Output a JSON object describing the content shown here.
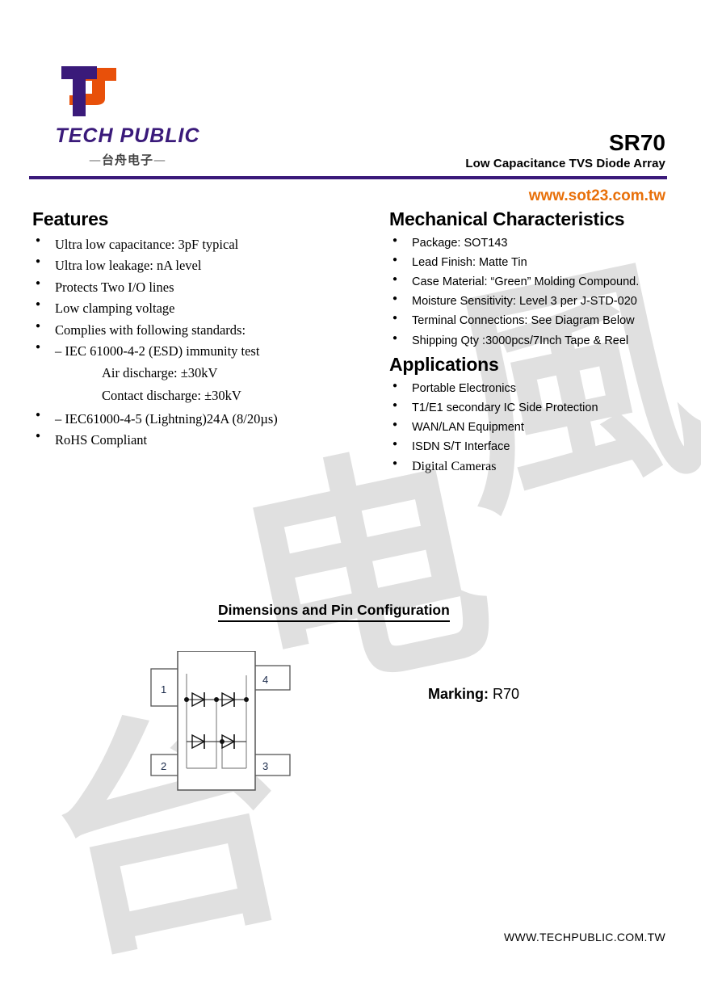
{
  "header": {
    "logo": {
      "mark_alt": "tech-public-logo",
      "wordmark": "TECH PUBLIC",
      "chinese": "台舟电子",
      "dash_left": "—",
      "dash_right": "—",
      "purple": "#3a1a7a",
      "orange": "#e8500a"
    },
    "part_number": "SR70",
    "part_subtitle": "Low Capacitance TVS Diode Array",
    "site_url": "www.sot23.com.tw",
    "url_color": "#e8700a",
    "rule_color": "#3a1a7a"
  },
  "features": {
    "title": "Features",
    "items": [
      "Ultra low capacitance: 3pF typical",
      "Ultra low leakage: nA level",
      "Protects Two I/O lines",
      "Low clamping voltage",
      "Complies with following standards:",
      "– IEC 61000-4-2 (ESD) immunity test"
    ],
    "sub_items": [
      "Air discharge: ±30kV",
      "Contact discharge: ±30kV"
    ],
    "items_tail": [
      "– IEC61000-4-5 (Lightning)24A (8/20µs)",
      "RoHS Compliant"
    ]
  },
  "mechanical": {
    "title": "Mechanical Characteristics",
    "items": [
      "Package: SOT143",
      "Lead Finish: Matte Tin",
      "Case Material: “Green” Molding Compound.",
      "Moisture Sensitivity: Level 3 per J-STD-020",
      "Terminal Connections: See Diagram Below",
      "Shipping Qty :3000pcs/7Inch Tape & Reel"
    ]
  },
  "applications": {
    "title": "Applications",
    "items": [
      "Portable Electronics",
      "T1/E1 secondary IC Side Protection",
      "WAN/LAN Equipment",
      "ISDN S/T Interface",
      "Digital Cameras"
    ]
  },
  "diagram": {
    "title": "Dimensions and Pin Configuration",
    "pins": [
      "1",
      "4",
      "2",
      "3"
    ],
    "marking_label": "Marking:",
    "marking_value": "R70"
  },
  "watermark": {
    "chars": [
      "風",
      "电",
      "台"
    ]
  },
  "footer": {
    "url": "WWW.TECHPUBLIC.COM.TW"
  }
}
